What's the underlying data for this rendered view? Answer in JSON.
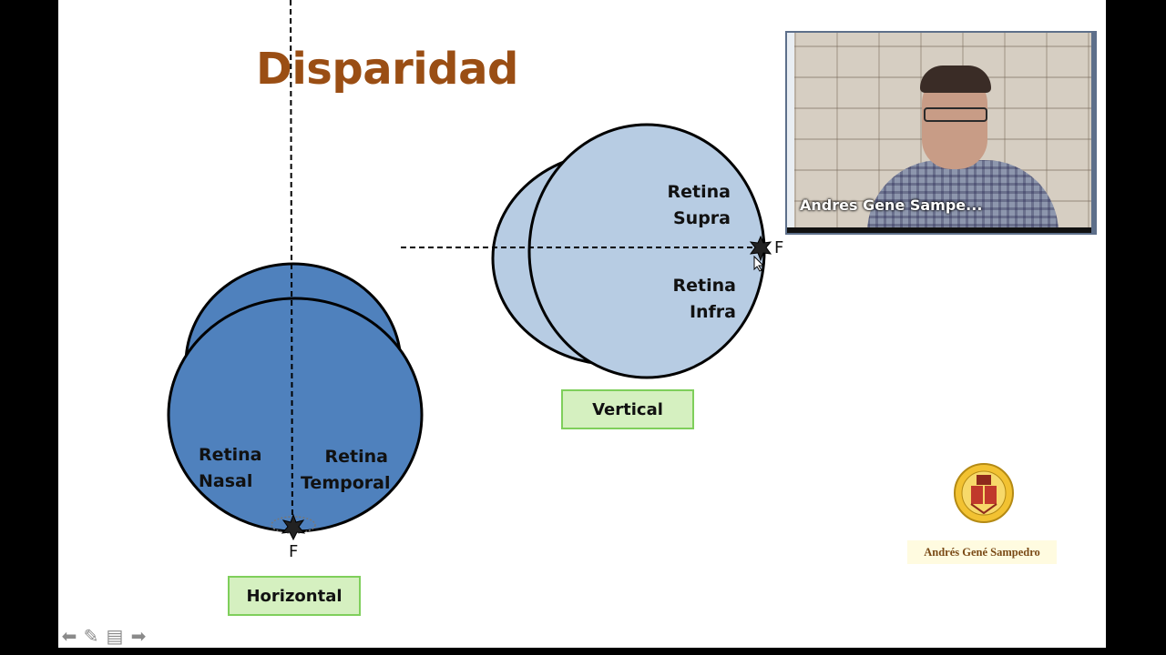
{
  "slide": {
    "title": "Disparidad",
    "horizontal": {
      "label_left": [
        "Retina",
        "Nasal"
      ],
      "label_right": [
        "Retina",
        "Temporal"
      ],
      "fixation": "F",
      "tag": "Horizontal"
    },
    "vertical": {
      "label_top": [
        "Retina",
        "Supra"
      ],
      "label_bottom": [
        "Retina",
        "Infra"
      ],
      "fixation": "F",
      "tag": "Vertical"
    },
    "author": "Andrés Gené Sampedro"
  },
  "video": {
    "participant_name": "Andres Gene Sampe..."
  },
  "toolbar": {
    "icons": [
      "arrow-left-icon",
      "pen-icon",
      "menu-icon",
      "arrow-right-icon"
    ]
  },
  "colors": {
    "title": "#9a4e14",
    "horizontal_circle": "#4f81bd",
    "vertical_circle": "#b7cce3",
    "tag_fill": "#d5f0c0",
    "tag_border": "#7fcf5b"
  }
}
